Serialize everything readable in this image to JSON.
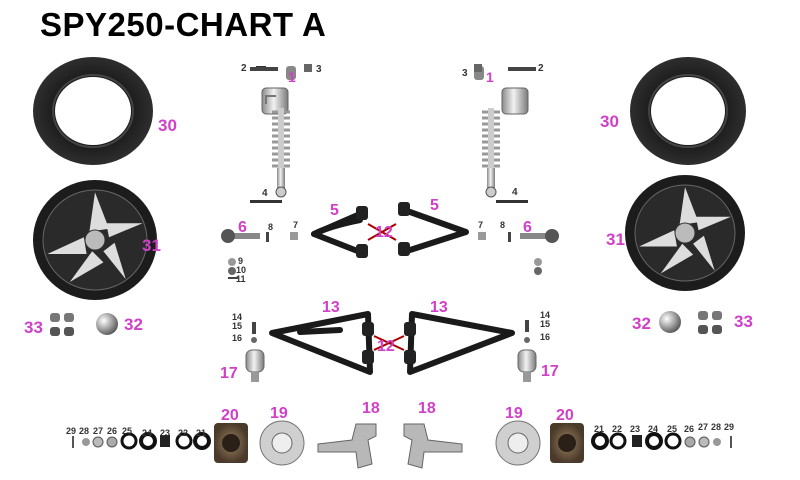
{
  "title": "SPY250-CHART A",
  "label_color": "#d040c8",
  "small_label_color": "#333333",
  "labels": {
    "shock": "1",
    "bolt": "2",
    "nut": "3",
    "shock_bolt": "4",
    "upper_arm": "5",
    "tie_rod_end": "6",
    "nut_7": "7",
    "pin_8": "8",
    "washer_9": "9",
    "washer_10": "10",
    "part_11": "11",
    "bushing_12": "12",
    "lower_arm": "13",
    "part_14": "14",
    "part_15": "15",
    "part_16": "16",
    "ball_joint": "17",
    "knuckle": "18",
    "brake_disc": "19",
    "hub": "20",
    "p21": "21",
    "p22": "22",
    "p23": "23",
    "p24": "24",
    "p25": "25",
    "p26": "26",
    "p27": "27",
    "p28": "28",
    "p29": "29",
    "tire": "30",
    "rim": "31",
    "cap": "32",
    "lug_nut": "33"
  }
}
